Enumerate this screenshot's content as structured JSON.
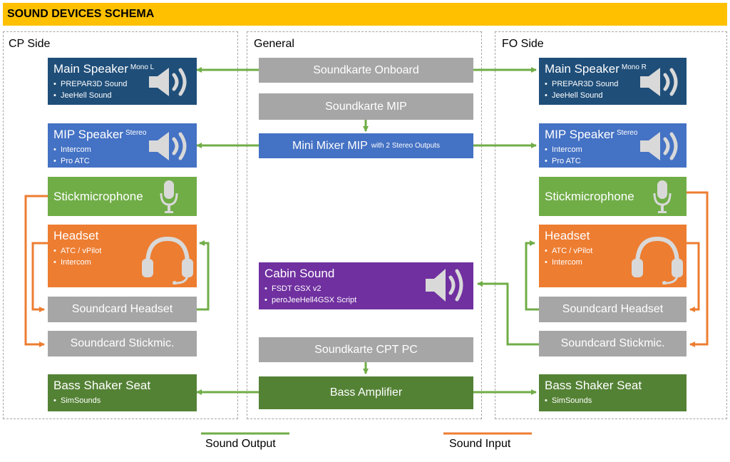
{
  "title": "SOUND DEVICES SCHEMA",
  "columns": {
    "cp": "CP Side",
    "general": "General",
    "fo": "FO Side"
  },
  "cp": {
    "main_speaker": {
      "title": "Main Speaker",
      "sup": "Mono L",
      "items": [
        "PREPAR3D Sound",
        "JeeHell Sound"
      ]
    },
    "mip_speaker": {
      "title": "MIP Speaker",
      "sup": "Stereo",
      "items": [
        "Intercom",
        "Pro ATC"
      ]
    },
    "stickmic": {
      "title": "Stickmicrophone"
    },
    "headset": {
      "title": "Headset",
      "items": [
        "ATC / vPilot",
        "Intercom"
      ]
    },
    "soundcard_headset": "Soundcard Headset",
    "soundcard_stickmic": "Soundcard Stickmic.",
    "bass_shaker": {
      "title": "Bass Shaker Seat",
      "items": [
        "SimSounds"
      ]
    }
  },
  "general": {
    "soundkarte_onboard": "Soundkarte Onboard",
    "soundkarte_mip": "Soundkarte MIP",
    "mini_mixer": "Mini Mixer MIP",
    "mini_mixer_note": "with 2 Stereo Outputs",
    "cabin_sound": {
      "title": "Cabin Sound",
      "items": [
        "FSDT GSX v2",
        "peroJeeHell4GSX Script"
      ]
    },
    "soundkarte_cpt": "Soundkarte CPT PC",
    "bass_amp": "Bass Amplifier"
  },
  "fo": {
    "main_speaker": {
      "title": "Main Speaker",
      "sup": "Mono R",
      "items": [
        "PREPAR3D Sound",
        "JeeHell Sound"
      ]
    },
    "mip_speaker": {
      "title": "MIP Speaker",
      "sup": "Stereo",
      "items": [
        "Intercom",
        "Pro ATC"
      ]
    },
    "stickmic": {
      "title": "Stickmicrophone"
    },
    "headset": {
      "title": "Headset",
      "items": [
        "ATC / vPilot",
        "Intercom"
      ]
    },
    "soundcard_headset": "Soundcard Headset",
    "soundcard_stickmic": "Soundcard Stickmic.",
    "bass_shaker": {
      "title": "Bass Shaker Seat",
      "items": [
        "SimSounds"
      ]
    }
  },
  "legend": {
    "output": "Sound Output",
    "input": "Sound Input"
  },
  "colors": {
    "title_bar": "#ffc000",
    "output_arrow": "#70ad47",
    "input_arrow": "#ed7d31",
    "gray_box": "#a6a6a6",
    "main_speaker": "#1f4e79",
    "mip_speaker": "#4472c4",
    "stickmic": "#70ad47",
    "headset": "#ed7d31",
    "cabin_sound": "#7030a0",
    "bass": "#548235"
  },
  "icons": [
    "speaker-icon",
    "microphone-icon",
    "headset-icon"
  ]
}
